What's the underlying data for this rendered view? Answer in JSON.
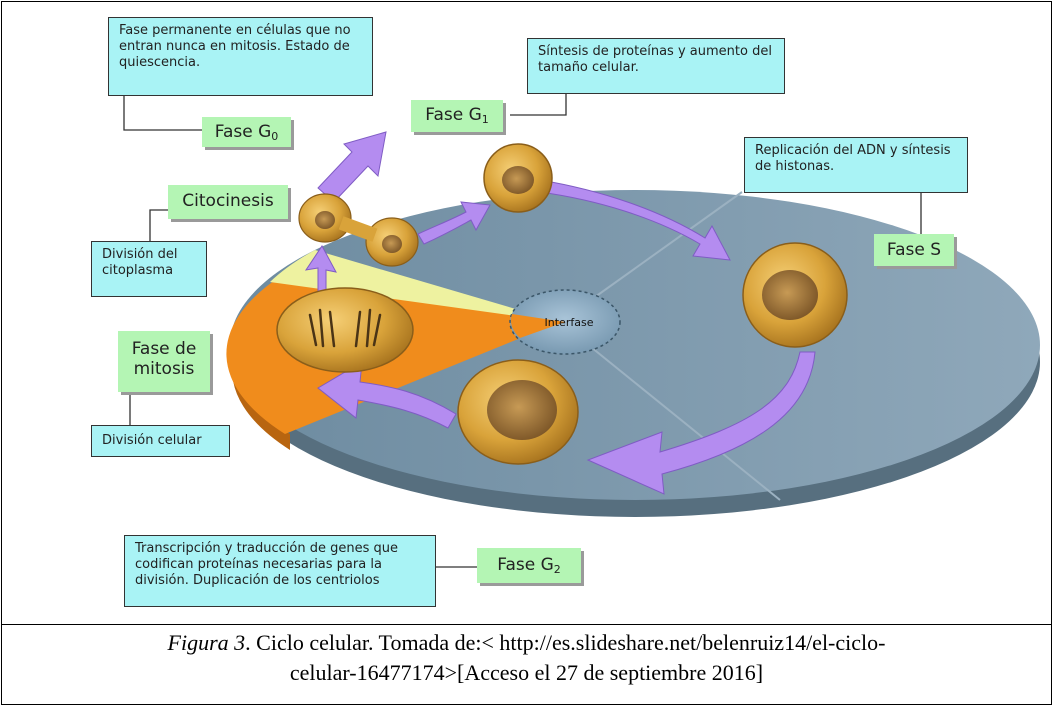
{
  "labels": {
    "g0_desc": "Fase permanente en células que no entran nunca en mitosis. Estado de quiescencia.",
    "g0_phase": "Fase G",
    "g0_sub": "0",
    "g1_desc": "Síntesis de proteínas y aumento del tamaño celular.",
    "g1_phase": "Fase G",
    "g1_sub": "1",
    "s_desc": "Replicación del ADN y síntesis de histonas.",
    "s_phase": "Fase S",
    "cytokinesis": "Citocinesis",
    "cytokinesis_desc": "División del citoplasma",
    "mitosis_phase": "Fase de mitosis",
    "mitosis_desc": "División celular",
    "g2_desc": "Transcripción y traducción de genes que codifican proteínas necesarias para la división. Duplicación de los centriolos",
    "g2_phase": "Fase G",
    "g2_sub": "2",
    "interphase": "Interfase"
  },
  "caption": {
    "figure_label": "Figura  3",
    "text_line1": ". Ciclo celular. Tomada de:< http://es.slideshare.net/belenruiz14/el-ciclo-",
    "text_line2": "celular-16477174>[Acceso el 27 de  septiembre 2016]"
  },
  "colors": {
    "disc_blue": "#7c9aae",
    "mitosis_orange": "#f08c1c",
    "cytokinesis_yellow": "#eef2a0",
    "arrow_purple": "#b48cf0",
    "cyan_box": "#a9f3f5",
    "green_box": "#b4f5b4"
  }
}
